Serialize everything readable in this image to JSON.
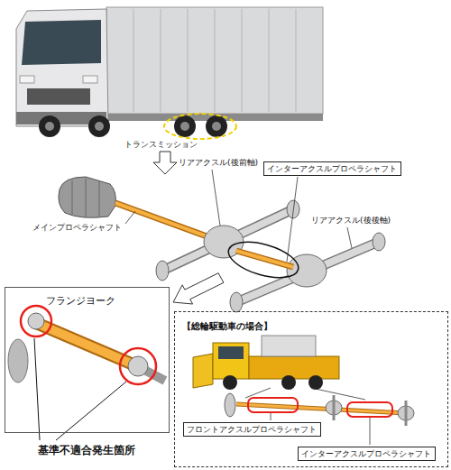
{
  "diagram": {
    "nodes": [
      {
        "text": [
          "インターアクスルプロペラシャフト"
        ]
      },
      {
        "text": [
          "フランジヨーク"
        ]
      },
      {
        "text": [
          "【総輪駆動車の場合】"
        ]
      },
      {
        "text": [
          "フロントアクスルプロペラシャフト"
        ],
        "in": 2
      },
      {
        "text": [
          "インターアクスルプロペラシャフト"
        ],
        "in": 2
      }
    ],
    "labels": [
      "トランスミッション",
      "メインプロペラシャフト",
      "リアアクスル(後前軸)",
      "リアアクスル(後後軸)",
      "基準不適合発生箇所"
    ]
  }
}
